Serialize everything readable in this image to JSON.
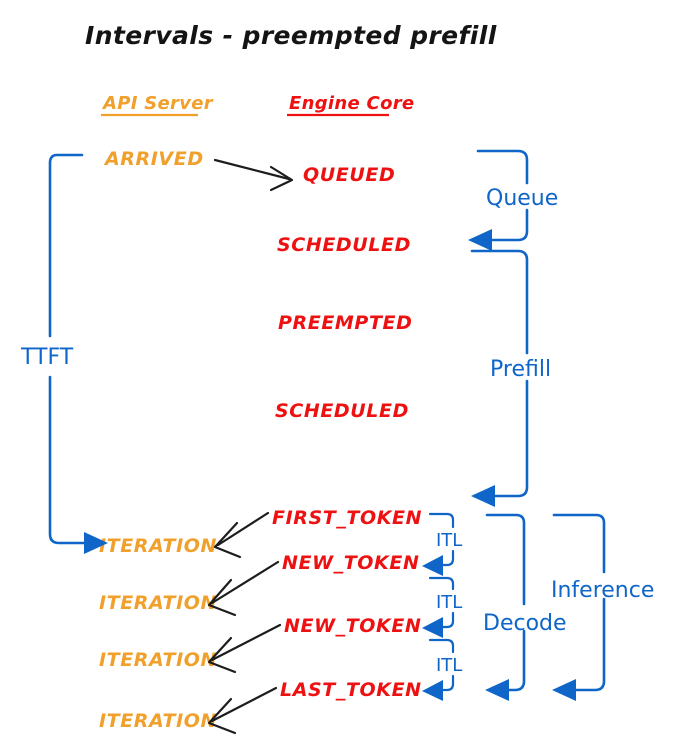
{
  "title": "Intervals - preempted prefill",
  "colors": {
    "api_server": "#f0a02b",
    "engine_core": "#ee1111",
    "interval": "#0f66c8",
    "arrow": "#1d1d1d",
    "title": "#141414",
    "background": "#ffffff"
  },
  "columns": {
    "left": "API Server",
    "right": "Engine Core"
  },
  "api_server_events": [
    {
      "label": "ARRIVED"
    },
    {
      "label": "ITERATION"
    },
    {
      "label": "ITERATION"
    },
    {
      "label": "ITERATION"
    },
    {
      "label": "ITERATION"
    }
  ],
  "engine_core_events": [
    {
      "label": "QUEUED"
    },
    {
      "label": "SCHEDULED"
    },
    {
      "label": "PREEMPTED"
    },
    {
      "label": "SCHEDULED"
    },
    {
      "label": "FIRST_TOKEN"
    },
    {
      "label": "NEW_TOKEN"
    },
    {
      "label": "NEW_TOKEN"
    },
    {
      "label": "LAST_TOKEN"
    }
  ],
  "intervals": [
    {
      "name": "ttft",
      "label": "TTFT"
    },
    {
      "name": "queue",
      "label": "Queue"
    },
    {
      "name": "prefill",
      "label": "Prefill"
    },
    {
      "name": "itl-1",
      "label": "ITL"
    },
    {
      "name": "itl-2",
      "label": "ITL"
    },
    {
      "name": "itl-3",
      "label": "ITL"
    },
    {
      "name": "decode",
      "label": "Decode"
    },
    {
      "name": "inference",
      "label": "Inference"
    }
  ]
}
